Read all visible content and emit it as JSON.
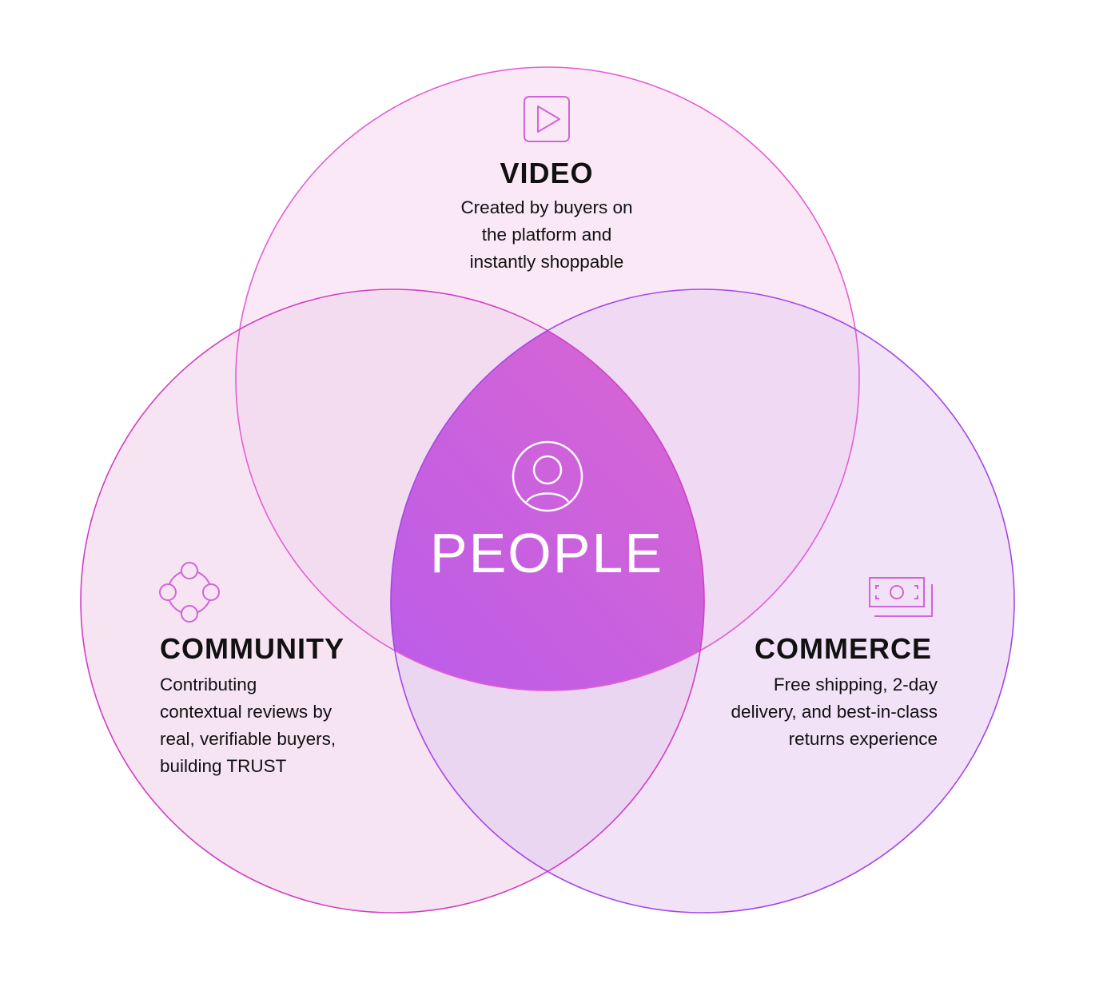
{
  "center": {
    "label": "PEOPLE",
    "icon": "person-icon"
  },
  "circles": {
    "video": {
      "title": "VIDEO",
      "description_lines": [
        "Created by buyers on",
        "the platform and",
        "instantly shoppable"
      ],
      "icon": "play-video-icon",
      "stroke_color": "#e35fd2",
      "fill_color": "#fbe8f6"
    },
    "community": {
      "title": "COMMUNITY",
      "description_lines": [
        "Contributing",
        "contextual reviews by",
        "real, verifiable buyers,",
        "building TRUST"
      ],
      "icon": "community-network-icon",
      "stroke_color": "#d13fc4",
      "fill_color": "#f7e4f3"
    },
    "commerce": {
      "title": "COMMERCE",
      "description_lines": [
        "Free shipping, 2-day",
        "delivery, and best-in-class",
        "returns experience"
      ],
      "icon": "money-bill-icon",
      "stroke_color": "#a347e8",
      "fill_color": "#f1e2f8"
    }
  },
  "colors": {
    "center_gradient_start": "#b45aee",
    "center_gradient_end": "#e66ac8",
    "pairwise_overlap": "#efd6ee",
    "icon_stroke": "#d065d8",
    "text": "#111111"
  }
}
